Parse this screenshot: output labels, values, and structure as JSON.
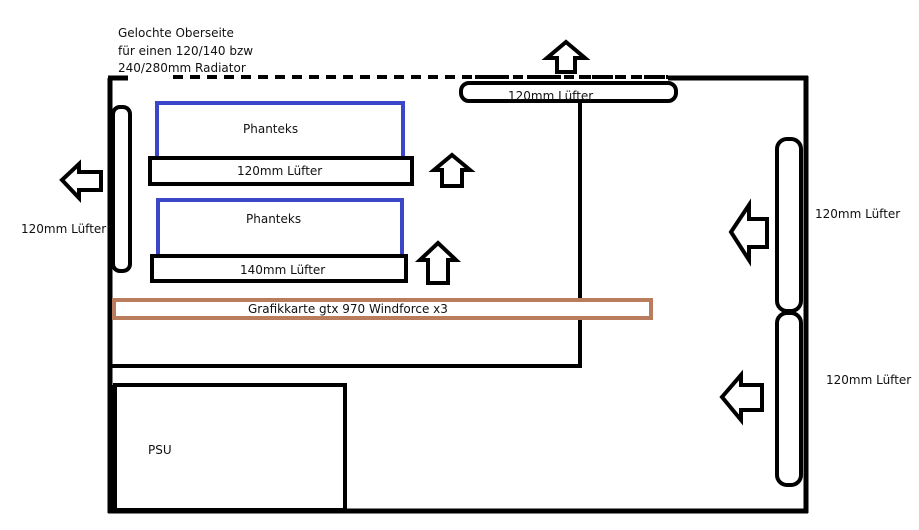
{
  "title_note": {
    "lines": [
      "Gelochte Oberseite",
      "für einen 120/140 bzw",
      "240/280mm Radiator"
    ]
  },
  "components": {
    "top_fan": {
      "label": "120mm Lüfter"
    },
    "radiator_1": {
      "label": "Phanteks"
    },
    "radiator_1_fan": {
      "label": "120mm Lüfter"
    },
    "radiator_2": {
      "label": "Phanteks"
    },
    "radiator_2_fan": {
      "label": "140mm Lüfter"
    },
    "rear_fan": {
      "label": "120mm Lüfter"
    },
    "front_fan_top": {
      "label": "120mm Lüfter"
    },
    "front_fan_bottom": {
      "label": "120mm Lüfter"
    },
    "gpu": {
      "label": "Grafikkarte  gtx 970 Windforce x3"
    },
    "psu": {
      "label": "PSU"
    }
  },
  "colors": {
    "outline": "#000000",
    "radiator": "#3c46c8",
    "gpu": "#b97c5c"
  }
}
